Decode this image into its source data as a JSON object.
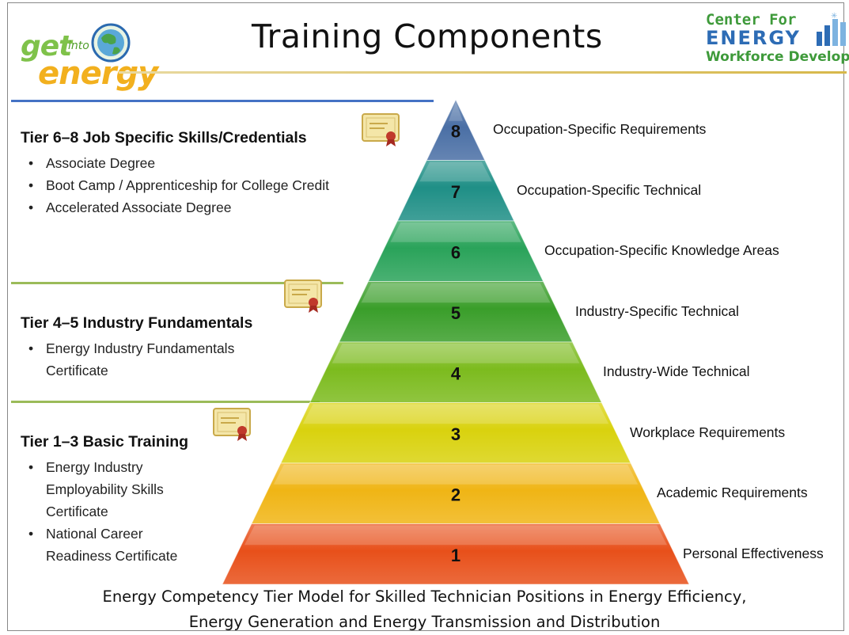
{
  "header": {
    "title": "Training Components",
    "logo_left": {
      "word1": "get",
      "word2": "into",
      "word3": "energy"
    },
    "logo_right": {
      "line1": "Center For",
      "line2": "ENERGY",
      "line3": "Workforce Development"
    }
  },
  "tiers": [
    {
      "heading": "Tier 6–8 Job Specific Skills/Credentials",
      "items": [
        "Associate Degree",
        "Boot Camp / Apprenticeship for College Credit",
        "Accelerated Associate Degree"
      ]
    },
    {
      "heading": "Tier 4–5 Industry Fundamentals",
      "items": [
        "Energy Industry Fundamentals Certificate"
      ]
    },
    {
      "heading": "Tier 1–3 Basic Training",
      "items": [
        "Energy Industry Employability Skills Certificate",
        "National Career Readiness Certificate"
      ]
    }
  ],
  "pyramid": {
    "levels": [
      {
        "number": "8",
        "label": "Occupation-Specific Requirements",
        "color": "#4a6fa5"
      },
      {
        "number": "7",
        "label": "Occupation-Specific Technical",
        "color": "#1f8f86"
      },
      {
        "number": "6",
        "label": "Occupation-Specific Knowledge Areas",
        "color": "#2aa35a"
      },
      {
        "number": "5",
        "label": "Industry-Specific Technical",
        "color": "#3a9e2a"
      },
      {
        "number": "4",
        "label": "Industry-Wide Technical",
        "color": "#7cbb1e"
      },
      {
        "number": "3",
        "label": "Workplace Requirements",
        "color": "#d9d20e"
      },
      {
        "number": "2",
        "label": "Academic Requirements",
        "color": "#f0b515"
      },
      {
        "number": "1",
        "label": "Personal Effectiveness",
        "color": "#e8501a"
      }
    ]
  },
  "caption": {
    "line1": "Energy Competency Tier Model for Skilled Technician Positions in Energy Efficiency,",
    "line2": "Energy Generation and Energy Transmission and Distribution"
  },
  "colors": {
    "accent_blue": "#4472c4",
    "accent_green": "#9bbb59",
    "accent_gold": "#d7b84a"
  }
}
